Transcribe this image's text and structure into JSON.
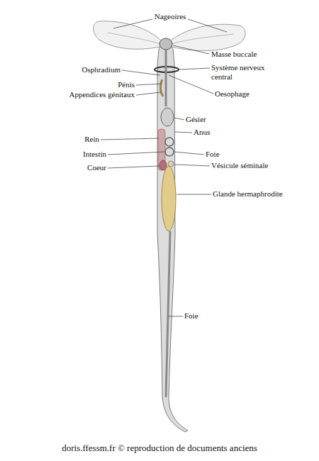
{
  "diagram": {
    "labels": [
      "Nageoires",
      "Masse buccale",
      "Osphradium",
      "Système nerveux central",
      "Pénis",
      "Oesophage",
      "Appendices génitaux",
      "Gésier",
      "Anus",
      "Rein",
      "Intestin",
      "Foie",
      "Coeur",
      "Vésicule séminale",
      "Glande hermaphrodite",
      "Foie",
      "doris.ffessm.fr  ©  reproduction de documents anciens"
    ]
  }
}
